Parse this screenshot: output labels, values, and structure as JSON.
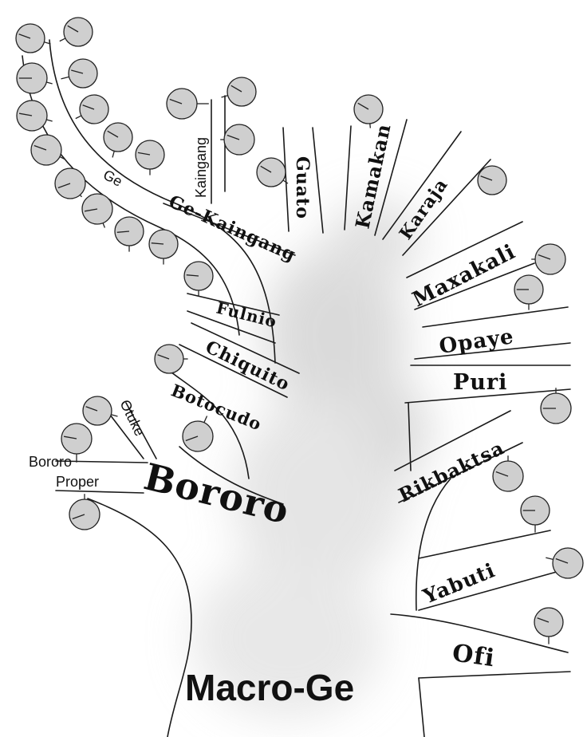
{
  "root": {
    "label": "Macro-Ge"
  },
  "branches": {
    "ge": "Ge",
    "kaingang": "Kaingang",
    "ge_kaingang": "Ge-Kaingang",
    "guato": "Guato",
    "kamakan": "Kamakan",
    "karaja": "Karaja",
    "maxakali": "Maxakali",
    "opaye": "Opaye",
    "puri": "Puri",
    "fulnio": "Fulnio",
    "chiquito": "Chiquito",
    "botocudo": "Botocudo",
    "otuke": "Otuke",
    "bororo_proper_line1": "Bororo",
    "bororo_proper_line2": "Proper",
    "bororo": "Bororo",
    "rikbaktsa": "Rikbaktsa",
    "yabuti": "Yabuti",
    "ofi": "Ofi"
  },
  "colors": {
    "leaf_fill": "#cfcfcf",
    "trunk_shadow": "#d8d8d8",
    "line": "#1a1a1a"
  }
}
